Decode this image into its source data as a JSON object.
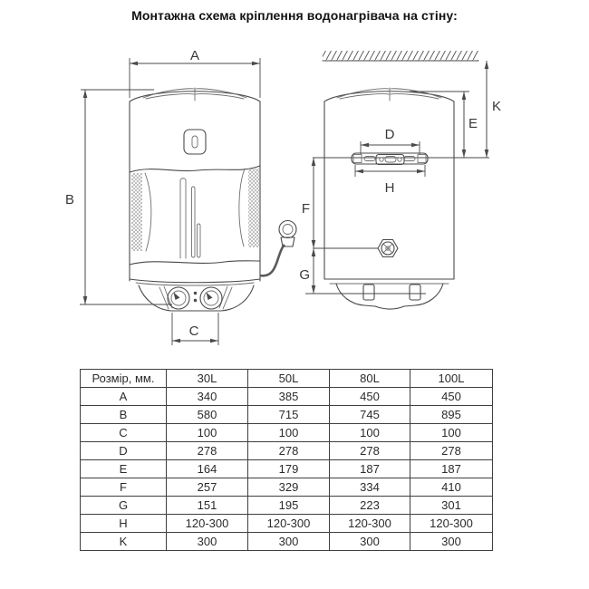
{
  "title": "Монтажна схема кріплення водонагрівача на стіну:",
  "diagram": {
    "labels": {
      "A": "A",
      "B": "B",
      "C": "C",
      "D": "D",
      "E": "E",
      "F": "F",
      "G": "G",
      "H": "H",
      "K": "K"
    }
  },
  "table": {
    "headers": [
      "Розмір, мм.",
      "30L",
      "50L",
      "80L",
      "100L"
    ],
    "rows": [
      {
        "label": "A",
        "values": [
          "340",
          "385",
          "450",
          "450"
        ]
      },
      {
        "label": "B",
        "values": [
          "580",
          "715",
          "745",
          "895"
        ]
      },
      {
        "label": "C",
        "values": [
          "100",
          "100",
          "100",
          "100"
        ]
      },
      {
        "label": "D",
        "values": [
          "278",
          "278",
          "278",
          "278"
        ]
      },
      {
        "label": "E",
        "values": [
          "164",
          "179",
          "187",
          "187"
        ]
      },
      {
        "label": "F",
        "values": [
          "257",
          "329",
          "334",
          "410"
        ]
      },
      {
        "label": "G",
        "values": [
          "151",
          "195",
          "223",
          "301"
        ]
      },
      {
        "label": "H",
        "values": [
          "120-300",
          "120-300",
          "120-300",
          "120-300"
        ]
      },
      {
        "label": "K",
        "values": [
          "300",
          "300",
          "300",
          "300"
        ]
      }
    ]
  },
  "colors": {
    "line": "#4a4a4a",
    "text": "#2b2b2b"
  }
}
